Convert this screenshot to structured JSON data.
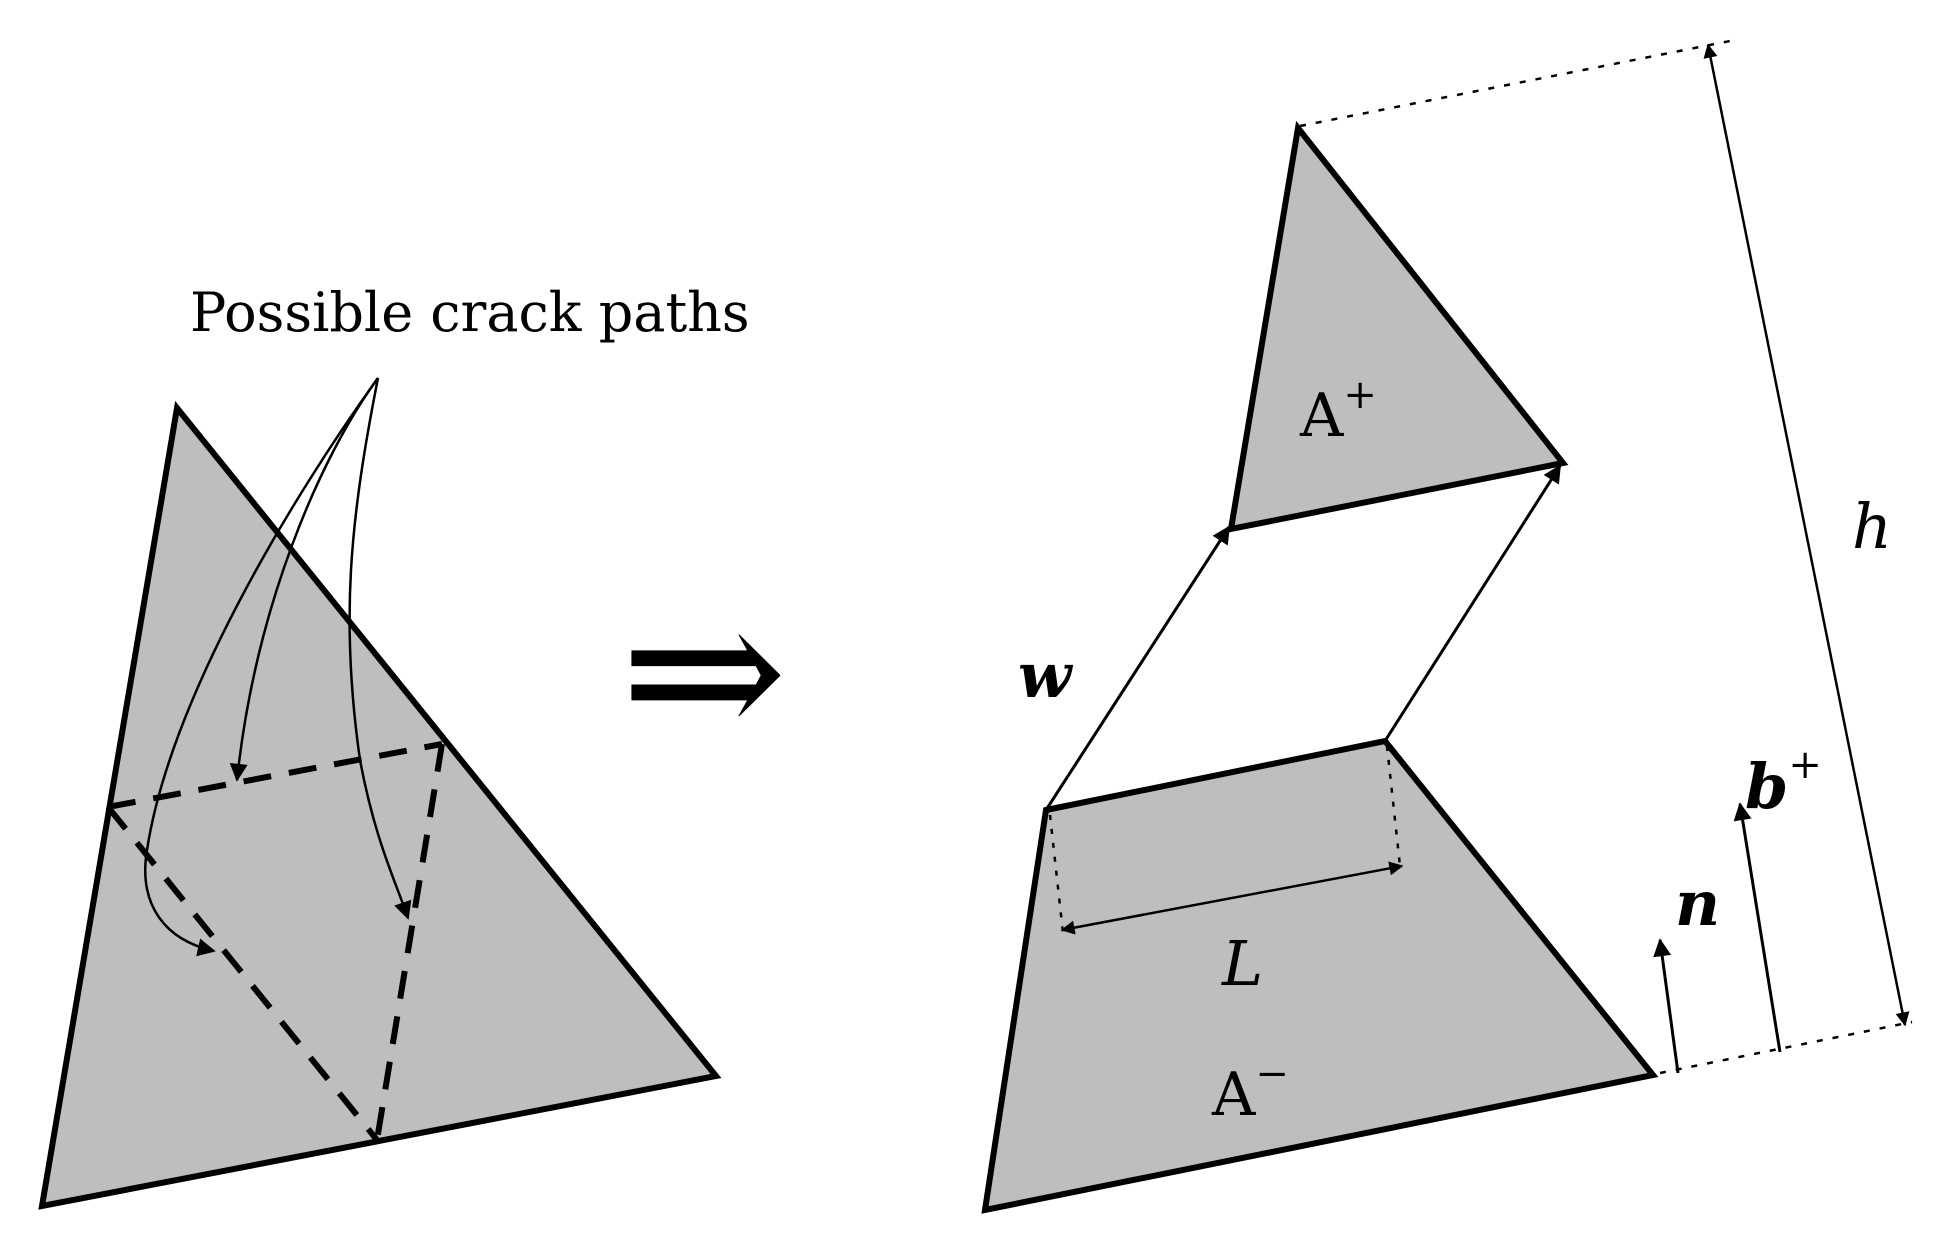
{
  "colors": {
    "fill": "#bebebe",
    "stroke": "#000000",
    "background": "#ffffff"
  },
  "labels": {
    "crack_paths_caption": "Possible crack paths",
    "implies_symbol": "⇒",
    "w": "w",
    "h": "h",
    "L": "L",
    "n": "n",
    "b": "b",
    "b_sup": "+",
    "a_plus_base": "A",
    "a_plus_sup": "+",
    "a_minus_base": "A",
    "a_minus_sup": "−"
  }
}
